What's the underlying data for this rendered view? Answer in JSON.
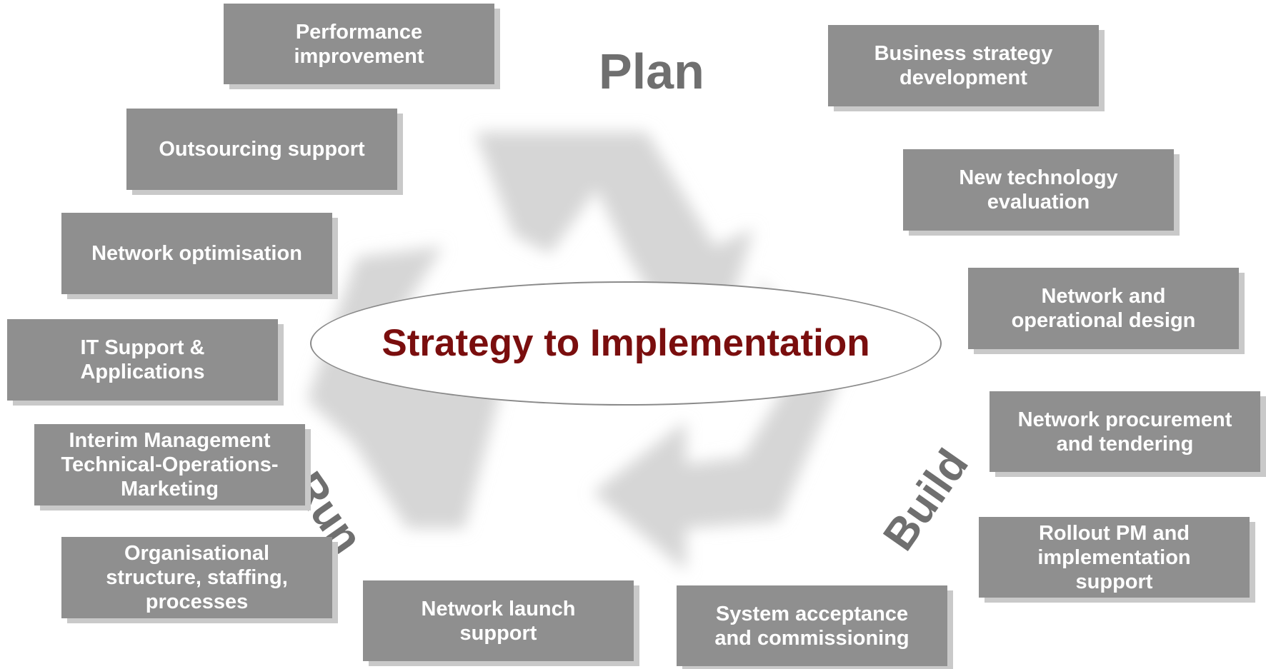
{
  "diagram": {
    "center_title": "Strategy to Implementation",
    "phases": {
      "plan": "Plan",
      "run": "Run",
      "build": "Build"
    },
    "boxes": {
      "performance_improvement": "Performance\nimprovement",
      "outsourcing_support": "Outsourcing support",
      "network_optimisation": "Network optimisation",
      "it_support_applications": "IT Support &\nApplications",
      "interim_management": "Interim Management\nTechnical-Operations-\nMarketing",
      "organisational_structure": "Organisational\nstructure, staffing,\nprocesses",
      "network_launch_support": "Network launch\nsupport",
      "system_acceptance": "System acceptance\nand commissioning",
      "rollout_pm": "Rollout PM and\nimplementation\nsupport",
      "network_procurement": "Network procurement\nand tendering",
      "network_operational_design": "Network and\noperational design",
      "new_technology_evaluation": "New technology\nevaluation",
      "business_strategy_development": "Business strategy\ndevelopment"
    },
    "colors": {
      "box_fill": "#8f8f8f",
      "box_shadow": "#c9c9c9",
      "phase_text": "#6f6f6f",
      "center_text": "#7a0e0e",
      "recycle_symbol": "#d4d4d4"
    }
  }
}
